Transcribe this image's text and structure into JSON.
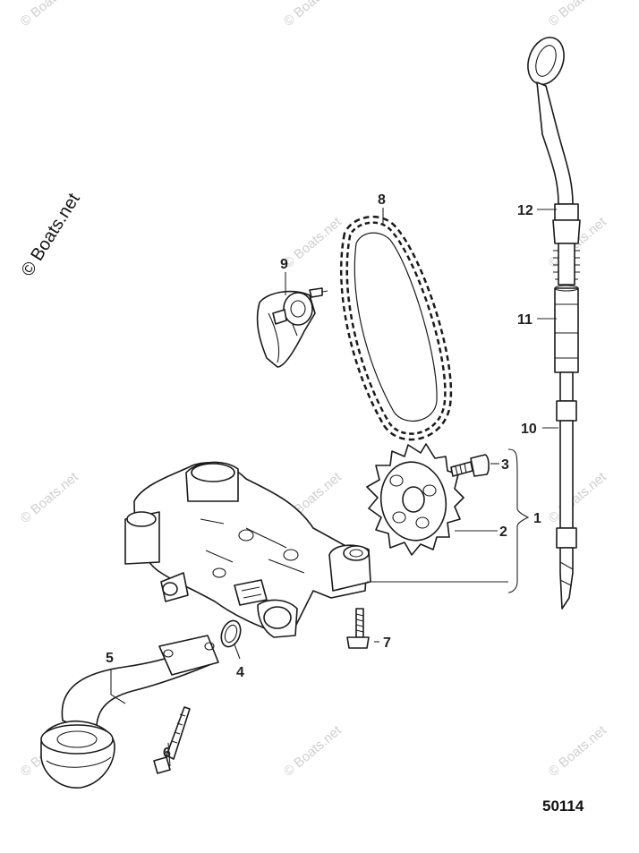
{
  "brand_watermark": "© Boats.net",
  "repeat_watermark": "© Boats.net",
  "figure_number": "50114",
  "callouts": {
    "c1": "1",
    "c2": "2",
    "c3": "3",
    "c4": "4",
    "c5": "5",
    "c6": "6",
    "c7": "7",
    "c8": "8",
    "c9": "9",
    "c10": "10",
    "c11": "11",
    "c12": "12"
  },
  "parts": {
    "oil_pump": "oil-pump-assembly",
    "sprocket": "oil-pump-sprocket",
    "sprocket_bolt": "sprocket-bolt",
    "o_ring": "o-ring",
    "pickup_tube": "oil-pickup-tube",
    "pickup_bolt": "pickup-tube-bolt",
    "pump_bolt": "pump-mounting-bolt",
    "chain": "drive-chain",
    "tensioner": "chain-tensioner",
    "dipstick_tube": "dipstick-tube",
    "dipstick_seal": "dipstick-seal",
    "dipstick": "dipstick"
  }
}
